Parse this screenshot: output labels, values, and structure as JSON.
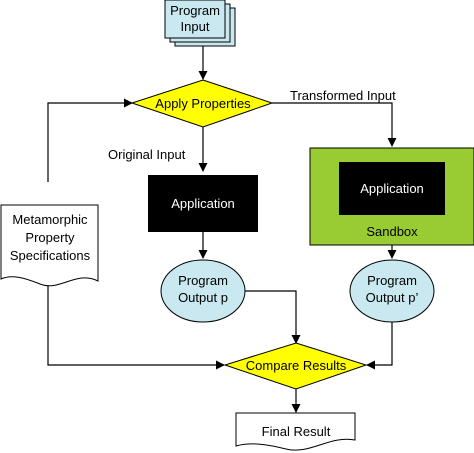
{
  "nodes": {
    "program_input": {
      "line1": "Program",
      "line2": "Input"
    },
    "apply_properties": {
      "label": "Apply Properties"
    },
    "application_main": {
      "label": "Application"
    },
    "application_sandboxed": {
      "label": "Application"
    },
    "sandbox": {
      "label": "Sandbox"
    },
    "output_p": {
      "line1": "Program",
      "line2": "Output p"
    },
    "output_p_prime": {
      "line1": "Program",
      "line2": "Output p’"
    },
    "compare_results": {
      "label": "Compare Results"
    },
    "metamorphic_spec": {
      "line1": "Metamorphic",
      "line2": "Property",
      "line3": "Specifications"
    },
    "final_result": {
      "label": "Final Result"
    }
  },
  "edge_labels": {
    "transformed_input": "Transformed Input",
    "original_input": "Original Input"
  },
  "colors": {
    "program_input_fill": "#c9e8ef",
    "diamond_fill": "#ffff00",
    "sandbox_fill": "#99cc33",
    "application_fill": "#000000",
    "ellipse_fill": "#c9e8ef",
    "line": "#000000"
  }
}
